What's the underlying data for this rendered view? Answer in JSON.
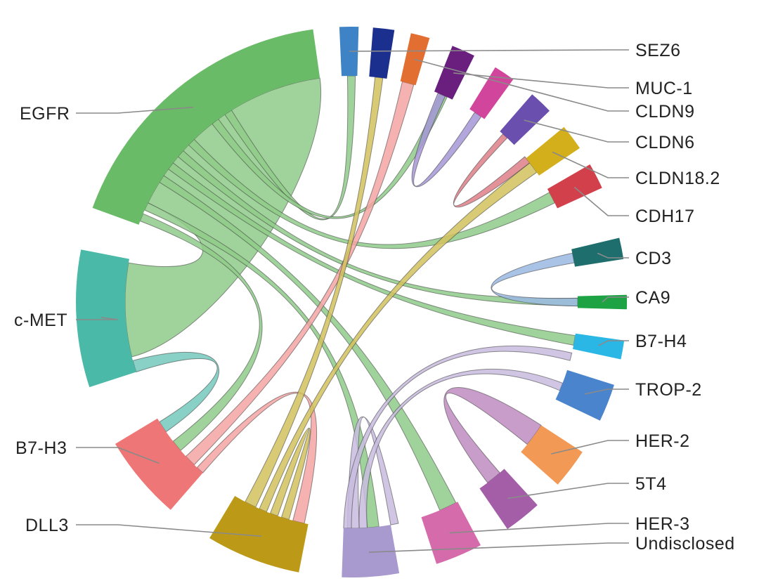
{
  "diagram": {
    "type": "chord",
    "groups": [
      {
        "id": "SEZ6",
        "label": "SEZ6",
        "color": "#3E83C6"
      },
      {
        "id": "MUC-1",
        "label": "MUC-1",
        "color": "#1B2F8E"
      },
      {
        "id": "CLDN9",
        "label": "CLDN9",
        "color": "#E26E32"
      },
      {
        "id": "CLDN6",
        "label": "CLDN6",
        "color": "#6A1F7E"
      },
      {
        "id": "CLDN18.2",
        "label": "CLDN18.2",
        "color": "#D1459D"
      },
      {
        "id": "CDH17",
        "label": "CDH17",
        "color": "#6B4FAE"
      },
      {
        "id": "CD3",
        "label": "CD3",
        "color": "#D3AF1B"
      },
      {
        "id": "CA9",
        "label": "CA9",
        "color": "#D2414B"
      },
      {
        "id": "B7-H4",
        "label": "B7-H4",
        "color": "#1E6E6E"
      },
      {
        "id": "TROP-2",
        "label": "TROP-2",
        "color": "#1DA343"
      },
      {
        "id": "HER-2",
        "label": "HER-2",
        "color": "#2AB7E6"
      },
      {
        "id": "5T4",
        "label": "5T4",
        "color": "#4A84CC"
      },
      {
        "id": "HER-3",
        "label": "HER-3",
        "color": "#F29A55"
      },
      {
        "id": "Undisclosed",
        "label": "Undisclosed",
        "color": "#A45EA8"
      },
      {
        "id": "X1",
        "label": "",
        "color": "#D56BAA"
      },
      {
        "id": "X2",
        "label": "",
        "color": "#A899CF"
      },
      {
        "id": "DLL3",
        "label": "DLL3",
        "color": "#BC9A18"
      },
      {
        "id": "B7-H3",
        "label": "B7-H3",
        "color": "#EE7676"
      },
      {
        "id": "c-MET",
        "label": "c-MET",
        "color": "#4BB9A8"
      },
      {
        "id": "EGFR",
        "label": "EGFR",
        "color": "#6ABB67"
      }
    ],
    "right_labels": [
      "SEZ6",
      "MUC-1",
      "CLDN9",
      "CLDN6",
      "CLDN18.2",
      "CDH17",
      "CD3",
      "CA9",
      "B7-H4",
      "TROP-2",
      "HER-2",
      "5T4",
      "HER-3",
      "Undisclosed"
    ],
    "left_labels": [
      "EGFR",
      "c-MET",
      "B7-H3",
      "DLL3"
    ],
    "links": [
      {
        "source": "EGFR",
        "target": "c-MET",
        "color": "#8FCB89"
      },
      {
        "source": "EGFR",
        "target": "SEZ6",
        "color": "#8FCB89"
      },
      {
        "source": "EGFR",
        "target": "CLDN6",
        "color": "#8FCB89"
      },
      {
        "source": "EGFR",
        "target": "CA9",
        "color": "#8FCB89"
      },
      {
        "source": "EGFR",
        "target": "TROP-2",
        "color": "#8FCB89"
      },
      {
        "source": "EGFR",
        "target": "HER-2",
        "color": "#8FCB89"
      },
      {
        "source": "EGFR",
        "target": "X1",
        "color": "#8FCB89"
      },
      {
        "source": "EGFR",
        "target": "X2",
        "color": "#8FCB89"
      },
      {
        "source": "EGFR",
        "target": "B7-H3",
        "color": "#8FCB89"
      },
      {
        "source": "c-MET",
        "target": "B7-H3",
        "color": "#74C9BC"
      },
      {
        "source": "B7-H3",
        "target": "CLDN9",
        "color": "#F4A3A3"
      },
      {
        "source": "B7-H3",
        "target": "DLL3",
        "color": "#F4A3A3"
      },
      {
        "source": "DLL3",
        "target": "MUC-1",
        "color": "#D2C25E"
      },
      {
        "source": "DLL3",
        "target": "CD3",
        "color": "#D2C25E"
      },
      {
        "source": "DLL3",
        "target": "DLL3",
        "color": "#D2C25E"
      },
      {
        "source": "CLDN18.2",
        "target": "CLDN18.2",
        "color": "#A597D6"
      },
      {
        "source": "CDH17",
        "target": "CDH17",
        "color": "#DF7F88"
      },
      {
        "source": "5T4",
        "target": "5T4",
        "color": "#9AB8E3"
      },
      {
        "source": "X2",
        "target": "X2",
        "color": "#C8BCDF"
      },
      {
        "source": "X2",
        "target": "HER-2",
        "color": "#C8BCDF"
      },
      {
        "source": "X2",
        "target": "Undisclosed",
        "color": "#C8BCDF"
      },
      {
        "source": "Undisclosed",
        "target": "Undisclosed",
        "color": "#BE8CC0"
      }
    ]
  }
}
